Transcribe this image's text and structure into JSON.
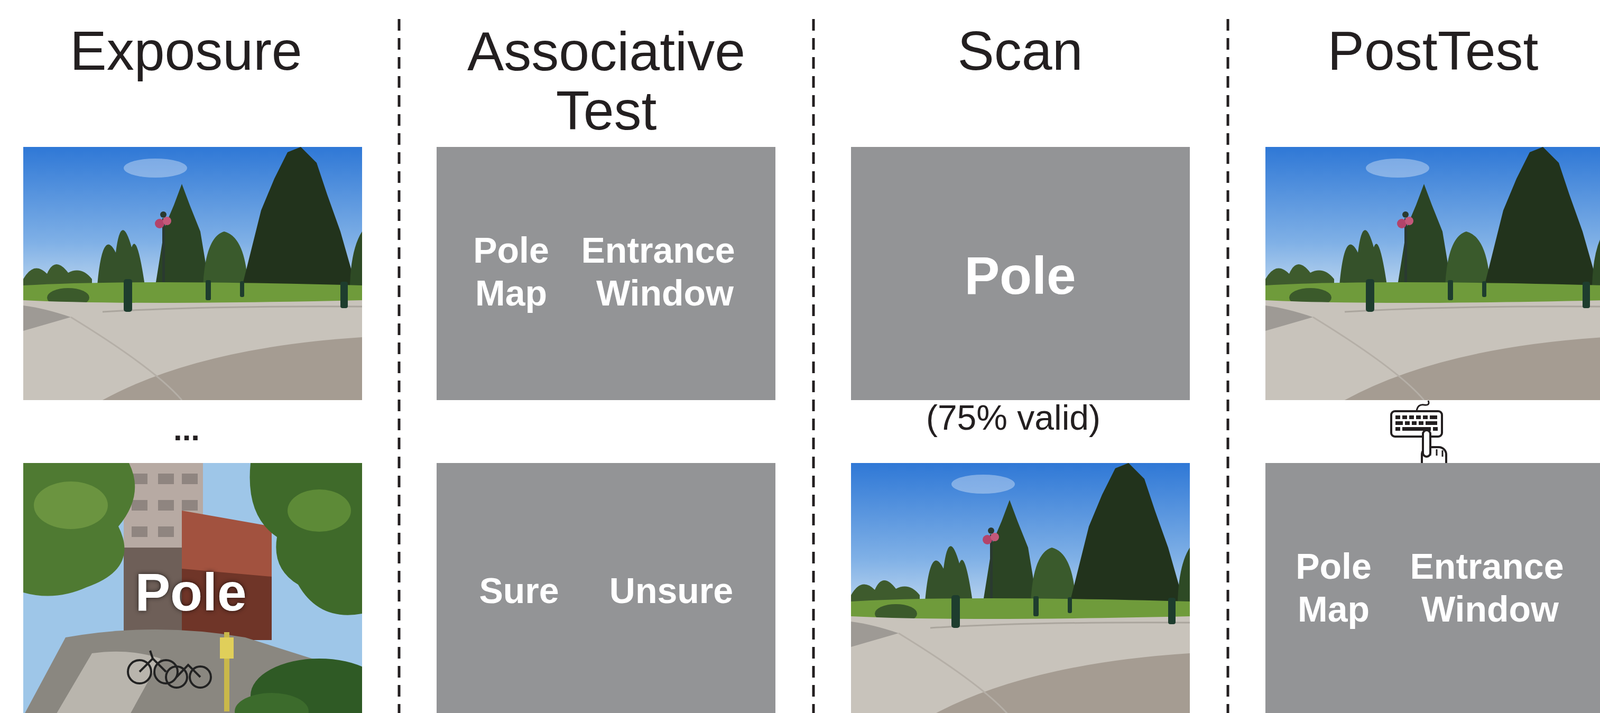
{
  "diagram": {
    "nodes": [
      {
        "text": [
          "Pole"
        ]
      },
      {
        "text": [
          "Pole",
          "Entrance",
          "Map",
          "Window"
        ]
      },
      {
        "text": [
          "Sure",
          "Unsure"
        ]
      },
      {
        "text": [
          "Pole"
        ]
      },
      {
        "text": [
          "Pole",
          "Entrance",
          "Map",
          "Window"
        ]
      }
    ],
    "labels": [
      "Exposure",
      "Associative Test",
      "Scan",
      "PostTest",
      "...",
      "(75% valid)"
    ]
  }
}
